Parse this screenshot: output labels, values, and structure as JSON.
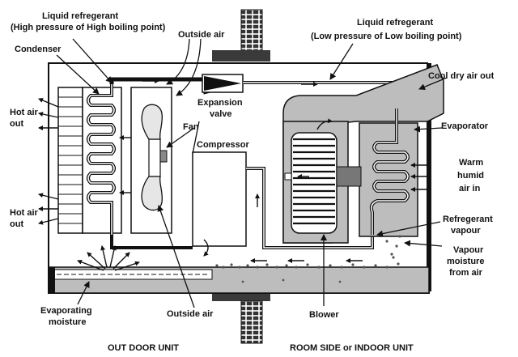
{
  "labels": {
    "liquid_ref_high_1": "Liquid refregerant",
    "liquid_ref_high_2": "(High pressure of High boiling point)",
    "liquid_ref_low_1": "Liquid refregerant",
    "liquid_ref_low_2": "(Low pressure of Low boiling point)",
    "condenser": "Condenser",
    "outside_air_top": "Outside air",
    "cool_dry_air_out": "Cool dry air out",
    "hot_air_out_1a": "Hot air",
    "hot_air_out_1b": "out",
    "expansion_1": "Expansion",
    "expansion_2": "valve",
    "fan": "Fan",
    "evaporator": "Evaporator",
    "compressor": "Compressor",
    "warm": "Warm",
    "humid": "humid",
    "air_in": "air in",
    "hot_air_out_2a": "Hot air",
    "hot_air_out_2b": "out",
    "refregerant_vapour_1": "Refregerant",
    "refregerant_vapour_2": "vapour",
    "vapour_moisture_1": "Vapour",
    "vapour_moisture_2": "moisture",
    "vapour_moisture_3": "from air",
    "evaporating_1": "Evaporating",
    "evaporating_2": "moisture",
    "outside_air_bottom": "Outside air",
    "blower": "Blower",
    "outdoor_unit": "OUT DOOR UNIT",
    "indoor_unit": "ROOM SIDE or INDOOR UNIT"
  },
  "colors": {
    "ink": "#111111",
    "fill_gray": "#bdbdbd",
    "fill_light": "#e6e6e6",
    "wall_dark": "#3a3a3a"
  }
}
